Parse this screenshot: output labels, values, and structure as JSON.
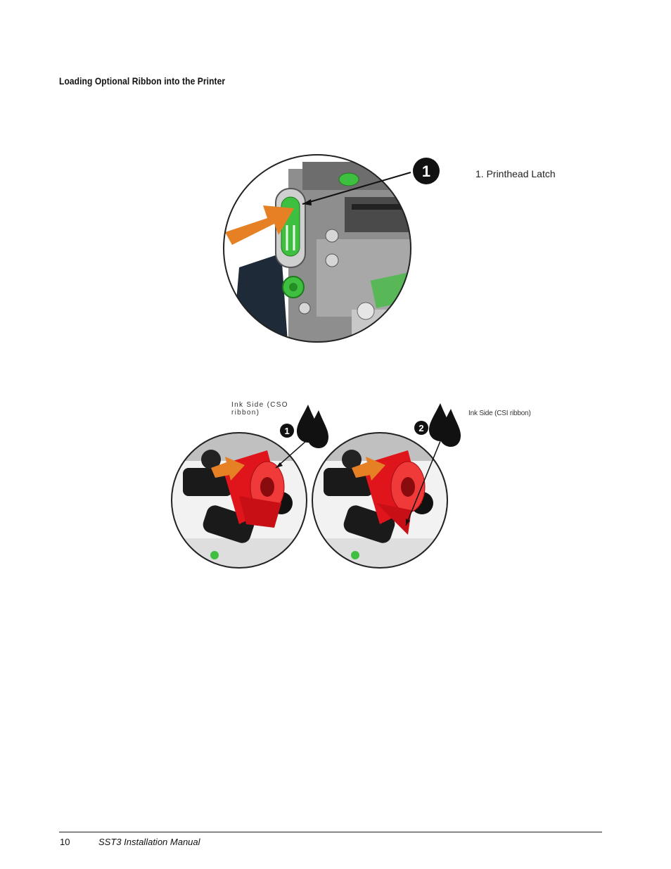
{
  "section": {
    "title": "Loading Optional Ribbon into the Printer"
  },
  "figure_latch": {
    "callout_number": "1",
    "callout_label": "1. Printhead Latch"
  },
  "figure_ribbon": {
    "left_callout_number": "1",
    "right_callout_number": "2",
    "ink_side_cso": "Ink Side (CSO ribbon)",
    "ink_side_csi": "Ink Side (CSI ribbon)"
  },
  "footer": {
    "page_number": "10",
    "manual_title": "SST3 Installation Manual"
  },
  "colors": {
    "arrow_orange": "#e58025",
    "latch_green": "#3fbf3f",
    "ribbon_red": "#e0141b",
    "printer_gray": "#9a9a9a"
  }
}
